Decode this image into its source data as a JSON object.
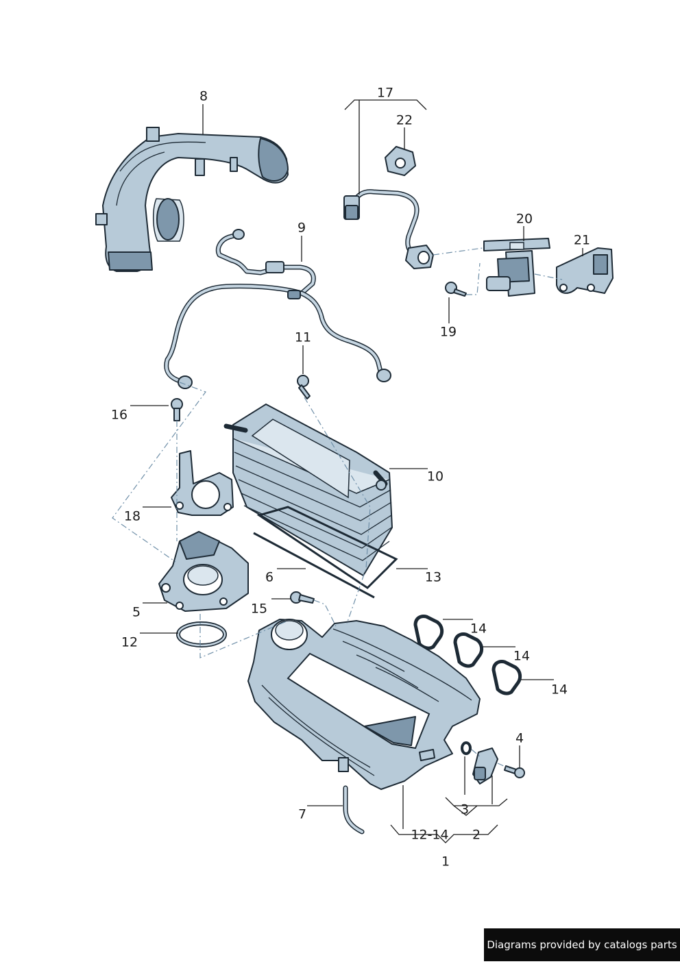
{
  "diagram": {
    "labels": [
      "1",
      "2",
      "3",
      "4",
      "5",
      "6",
      "7",
      "8",
      "9",
      "10",
      "11",
      "12",
      "13",
      "14",
      "14",
      "14",
      "15",
      "16",
      "17",
      "18",
      "19",
      "20",
      "21",
      "22",
      "12-14"
    ]
  },
  "watermark": "Diagrams provided by catalogs parts"
}
